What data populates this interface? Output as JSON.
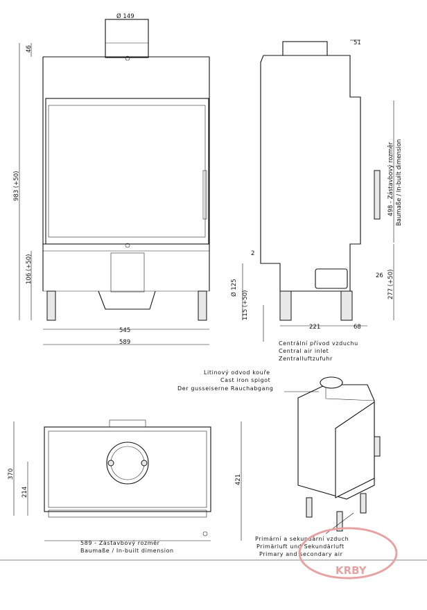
{
  "dimensions": {
    "diameter_149": "Ø 149",
    "d46": "46",
    "d983": "983 (+50)",
    "d106": "106 (+50)",
    "d545": "545",
    "d589": "589",
    "d51": "51",
    "d498": "498 - Zástavbový rozměr",
    "d498_sub": "Baumaße / In-built dimension",
    "d2": "2",
    "d125": "Ø 125",
    "d115": "115 (+50)",
    "d26": "26",
    "d277": "277 (+50)",
    "d221": "221",
    "d68": "68",
    "d370": "370",
    "d214": "214",
    "d421": "421",
    "d589_top_line1": "589 - Zástavbový rozměr",
    "d589_top_line2": "Baumaße / In-built dimension"
  },
  "labels": {
    "central_air": [
      "Centrální přívod vzduchu",
      "Central air inlet",
      "Zentralluftzufuhr"
    ],
    "cast_iron": [
      "Litinový odvod kouře",
      "Cast iron spigot",
      "Der gusseiserne Rauchabgang"
    ],
    "primary_air": [
      "Primární a sekundární vzduch",
      "Primärluft und Sekundärluft",
      "Primary and secondary air"
    ]
  },
  "watermark": "KRBY",
  "colors": {
    "line": "#111111",
    "watermark": "#e7a2a2",
    "fill": "#e8e8e8"
  }
}
